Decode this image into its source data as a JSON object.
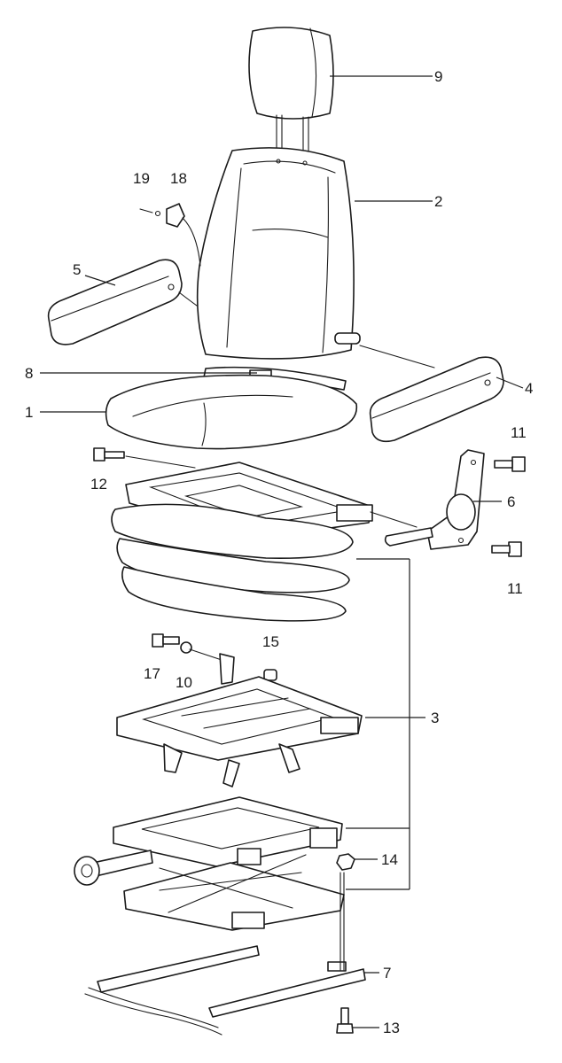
{
  "callouts": {
    "c1": "1",
    "c2": "2",
    "c3": "3",
    "c4": "4",
    "c5": "5",
    "c6": "6",
    "c7": "7",
    "c8": "8",
    "c9": "9",
    "c10": "10",
    "c11a": "11",
    "c11b": "11",
    "c12": "12",
    "c13": "13",
    "c14": "14",
    "c15": "15",
    "c17": "17",
    "c18": "18",
    "c19": "19"
  },
  "colors": {
    "line": "#1a1a1a",
    "background": "#ffffff"
  }
}
